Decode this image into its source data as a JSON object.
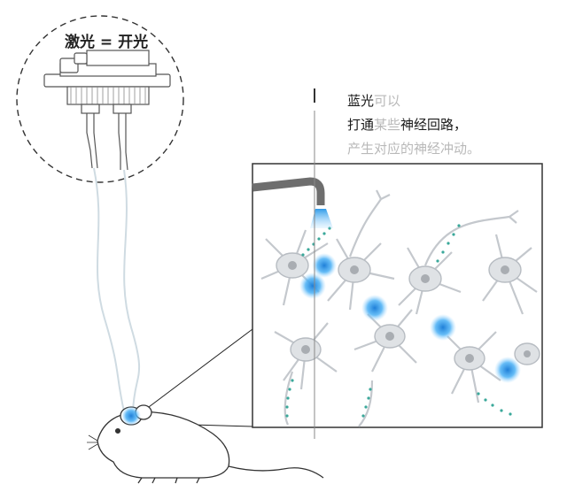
{
  "laser_label": "激光 = 开光",
  "caption": {
    "line1": [
      {
        "text": "蓝光",
        "tone": "dark"
      },
      {
        "text": "可以",
        "tone": "light"
      }
    ],
    "line2": [
      {
        "text": "打通",
        "tone": "dark"
      },
      {
        "text": "某些",
        "tone": "light"
      },
      {
        "text": "神经回路",
        "tone": "dark"
      },
      {
        "text": "，",
        "tone": "dark"
      }
    ],
    "line3": [
      {
        "text": "产生对应的神经冲动。",
        "tone": "light"
      }
    ]
  },
  "colors": {
    "stroke": "#333333",
    "neuron": "#d9dcdf",
    "neuron_edge": "#b7bcc2",
    "nucleus": "#a9adb2",
    "blue_light": "#2f9be8",
    "dot_teal": "#3aa89a",
    "fiber": "#c8d8e0",
    "pipe": "#6e6e6e"
  },
  "icons": [
    "optical-device-icon",
    "mouse-icon",
    "neuron-icon",
    "light-pipe-icon"
  ]
}
